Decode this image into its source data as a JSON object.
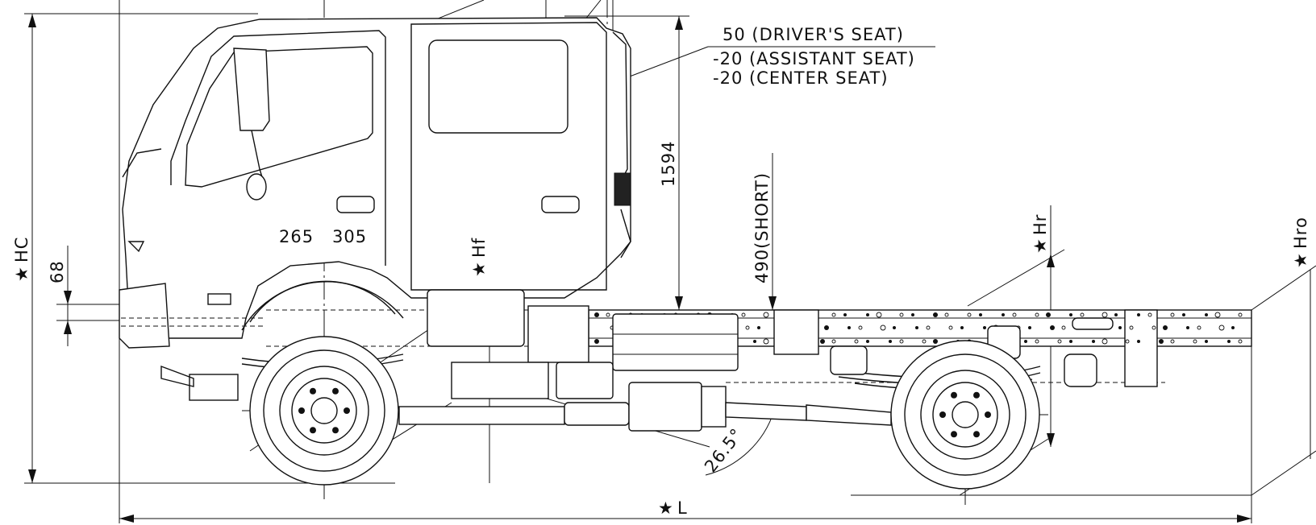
{
  "seat_adjust": {
    "line1": "50 (DRIVER'S SEAT)",
    "line2": "-20 (ASSISTANT SEAT)",
    "line3": "-20 (CENTER SEAT)"
  },
  "dimensions": {
    "cab_height": "1594",
    "frame_short": "490(SHORT)",
    "seat_front": "265",
    "seat_rear": "305",
    "bumper": "68",
    "angle": "26.5°"
  },
  "symbols": {
    "hc": "HC",
    "hf": "Hf",
    "hr": "Hr",
    "hro": "Hro",
    "length": "L",
    "star": "★"
  }
}
